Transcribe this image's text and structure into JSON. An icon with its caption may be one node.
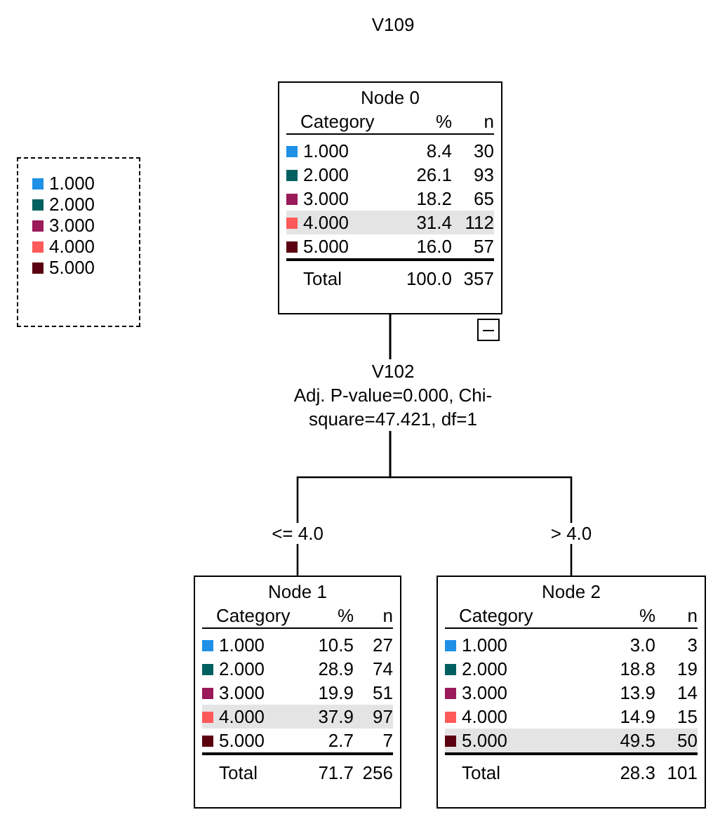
{
  "diagram": {
    "title": "V109",
    "nodes": [
      {
        "text": [
          "Node 0",
          "Category",
          "%",
          "n",
          "1.000",
          "8.4",
          "30",
          "2.000",
          "26.1",
          "93",
          "3.000",
          "18.2",
          "65",
          "4.000",
          "31.4",
          "112",
          "5.000",
          "16.0",
          "57",
          "Total",
          "100.0",
          "357"
        ]
      },
      {
        "text": [
          "Node 1",
          "Category",
          "%",
          "n",
          "1.000",
          "10.5",
          "27",
          "2.000",
          "28.9",
          "74",
          "3.000",
          "19.9",
          "51",
          "4.000",
          "37.9",
          "97",
          "5.000",
          "2.7",
          "7",
          "Total",
          "71.7",
          "256"
        ]
      },
      {
        "text": [
          "Node 2",
          "Category",
          "%",
          "n",
          "1.000",
          "3.0",
          "3",
          "2.000",
          "18.8",
          "19",
          "3.000",
          "13.9",
          "14",
          "4.000",
          "14.9",
          "15",
          "5.000",
          "49.5",
          "50",
          "Total",
          "28.3",
          "101"
        ]
      }
    ],
    "edges": [
      {
        "from": 0,
        "to": 1,
        "arrow": "none",
        "label": "<= 4.0"
      },
      {
        "from": 0,
        "to": 2,
        "arrow": "none",
        "label": "> 4.0"
      }
    ],
    "labels": [
      "V102",
      "Adj. P-value=0.000, Chi-square=47.421, df=1"
    ],
    "legend": [
      {
        "text": "1.000",
        "color": "#1e90e6"
      },
      {
        "text": "2.000",
        "color": "#006060"
      },
      {
        "text": "3.000",
        "color": "#9a1a5a"
      },
      {
        "text": "4.000",
        "color": "#ff5a5a"
      },
      {
        "text": "5.000",
        "color": "#5a0010"
      }
    ]
  }
}
